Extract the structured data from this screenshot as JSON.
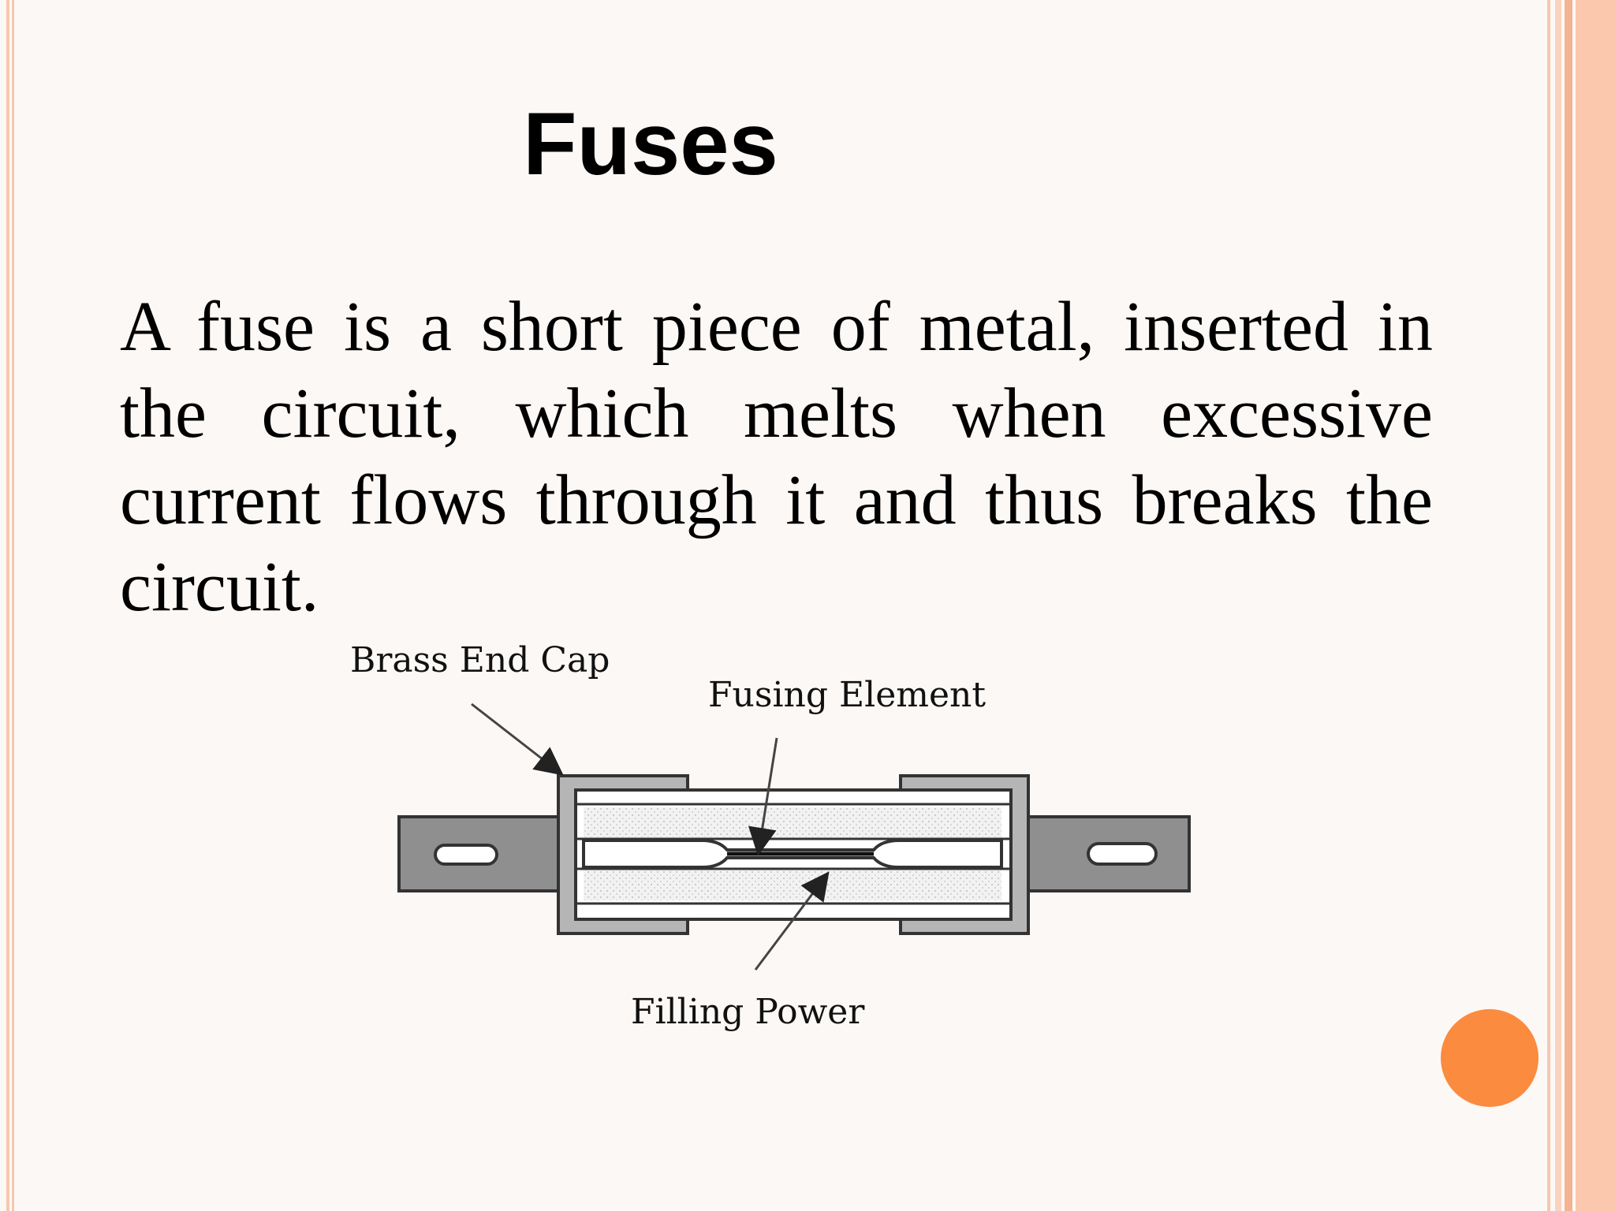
{
  "slide": {
    "title": "Fuses",
    "body": "A fuse is a short piece of metal, inserted in the circuit, which melts when excessive current flows through it and thus breaks the circuit."
  },
  "diagram": {
    "labels": {
      "brass_end_cap": "Brass End Cap",
      "fusing_element": "Fusing Element",
      "filling_power": "Filling Power"
    }
  },
  "colors": {
    "accent_dot": "#fb8b3f",
    "stripe": "#f7c7b0",
    "background": "#fcf8f5"
  }
}
